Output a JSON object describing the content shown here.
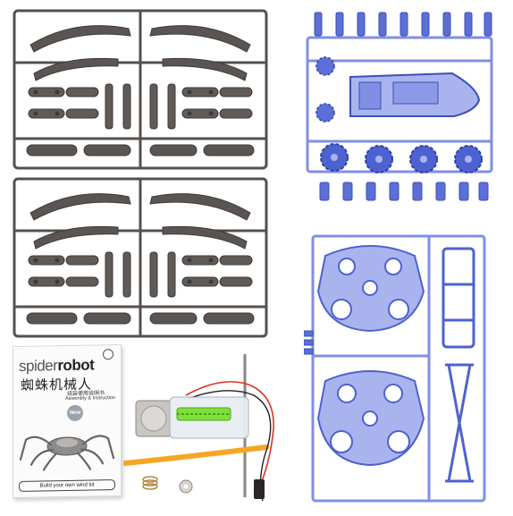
{
  "scene": {
    "colors": {
      "gray_plastic": "#55504d",
      "gray_plastic_light": "#8b8582",
      "blue_plastic": "#5b6fd6",
      "blue_plastic_light": "#a9b4ef",
      "background": "#ffffff",
      "tube_orange": "#f5a623",
      "wire_red": "#d9342b",
      "green_shaft": "#7ee03a"
    }
  },
  "booklet": {
    "brand_light": "spider",
    "brand_bold": "robot",
    "title_cn": "蜘蛛机械人",
    "subtitle_cn": "组装使用说明书",
    "subtitle_en": "Assembly & Instruction",
    "badge": "New",
    "footer": "Build your own wind kit"
  }
}
